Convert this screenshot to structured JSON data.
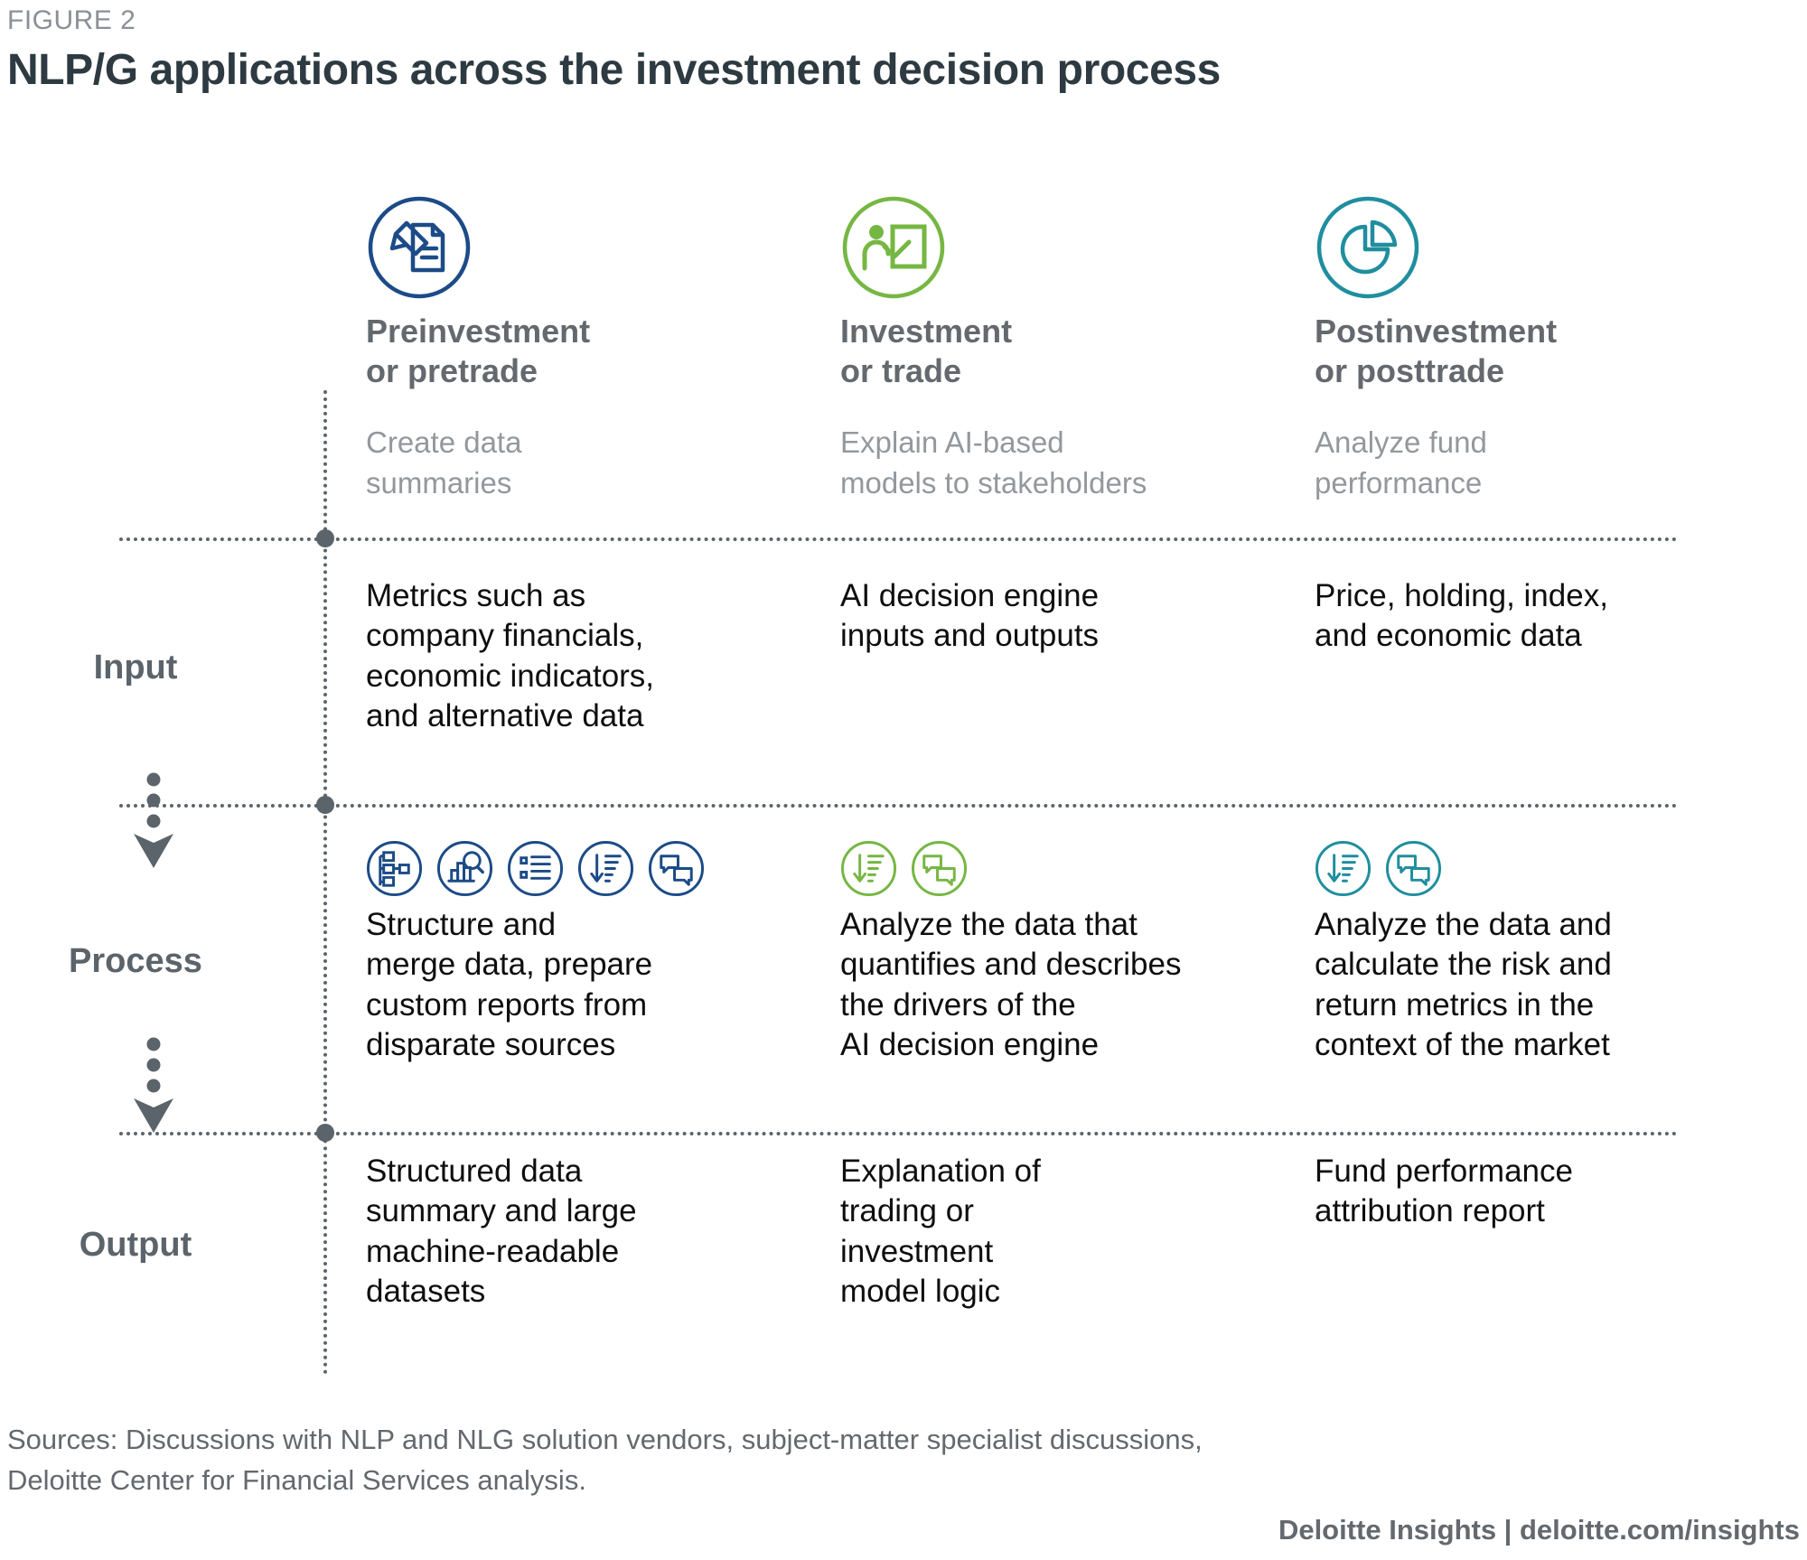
{
  "figure": {
    "label": "FIGURE 2",
    "title": "NLP/G applications across the investment decision process"
  },
  "colors": {
    "preinvestment": "#1c4b87",
    "investment": "#76b743",
    "postinvestment": "#1f8e9e",
    "heading_gray": "#63696e",
    "subtext_gray": "#93989d",
    "rule_gray": "#5c646b",
    "body_black": "#0e0e0e"
  },
  "columns": [
    {
      "key": "preinvestment",
      "icon": "document-pen-icon",
      "accent": "#1c4b87",
      "heading": "Preinvestment\nor pretrade",
      "subheading": "Create data\nsummaries",
      "input": "Metrics such as\ncompany financials,\neconomic indicators,\nand alternative data",
      "process_icons": [
        "hierarchy-icon",
        "chart-search-icon",
        "bulleted-list-icon",
        "sort-descending-icon",
        "chat-bubbles-icon"
      ],
      "process": "Structure and\nmerge data, prepare\ncustom reports from\ndisparate sources",
      "output": "Structured data\nsummary and large\nmachine-readable\ndatasets"
    },
    {
      "key": "investment",
      "icon": "presenter-board-icon",
      "accent": "#76b743",
      "heading": "Investment\nor trade",
      "subheading": "Explain AI-based\nmodels to stakeholders",
      "input": "AI decision engine\ninputs and outputs",
      "process_icons": [
        "sort-descending-icon",
        "chat-bubbles-icon"
      ],
      "process": "Analyze the data that\nquantifies and describes\nthe drivers of the\nAI decision engine",
      "output": "Explanation of\ntrading or\ninvestment\nmodel logic"
    },
    {
      "key": "postinvestment",
      "icon": "pie-chart-icon",
      "accent": "#1f8e9e",
      "heading": "Postinvestment\nor posttrade",
      "subheading": "Analyze fund\nperformance",
      "input": "Price, holding, index,\nand economic data",
      "process_icons": [
        "sort-descending-icon",
        "chat-bubbles-icon"
      ],
      "process": "Analyze the data and\ncalculate the risk and\nreturn metrics in the\ncontext of the market",
      "output": "Fund performance\nattribution report"
    }
  ],
  "rows": [
    {
      "key": "input",
      "label": "Input"
    },
    {
      "key": "process",
      "label": "Process"
    },
    {
      "key": "output",
      "label": "Output"
    }
  ],
  "flow": {
    "arrow_icon": "dotted-down-arrow-icon",
    "count": 2
  },
  "footer": {
    "sources": "Sources: Discussions with NLP and NLG solution vendors, subject-matter specialist discussions,\nDeloitte Center for Financial Services analysis.",
    "brand": "Deloitte Insights | deloitte.com/insights"
  }
}
